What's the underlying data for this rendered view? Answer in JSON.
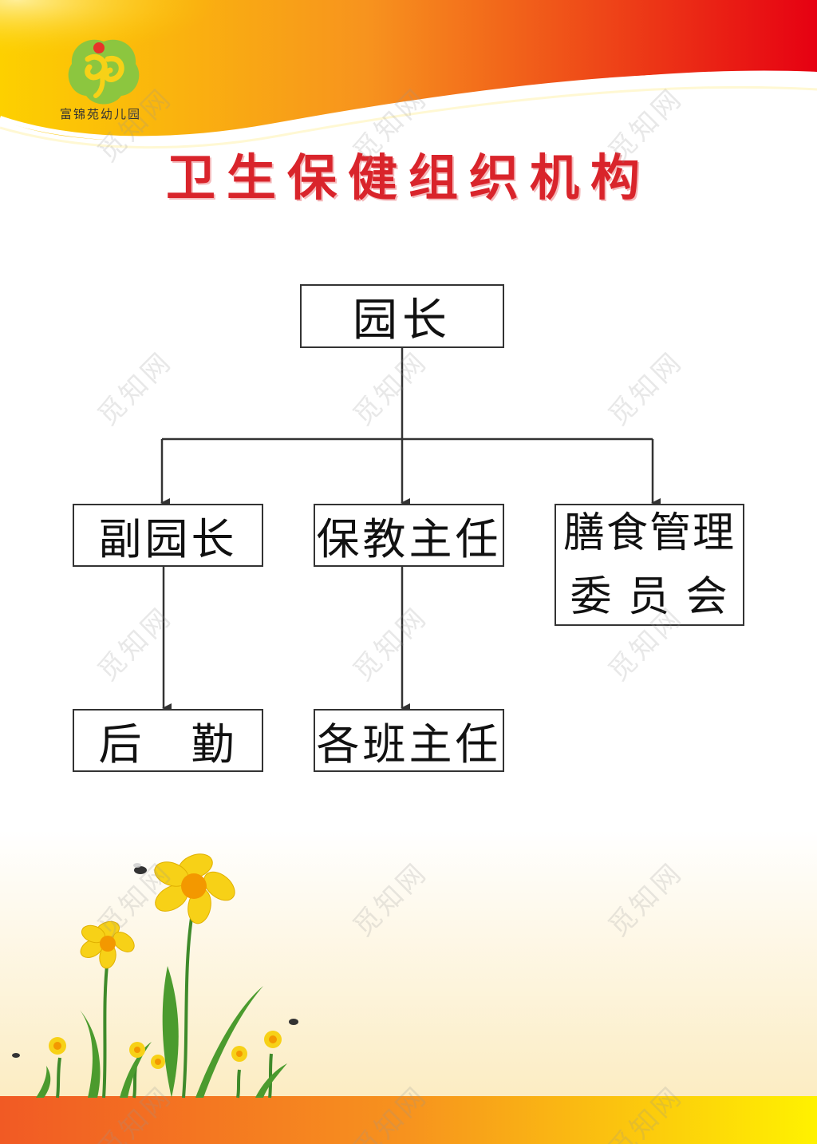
{
  "title": "卫生保健组织机构",
  "logo": {
    "name": "富锦苑幼儿园",
    "colors": {
      "green": "#8cc63f",
      "yellow": "#f7d117",
      "red": "#e8332a"
    }
  },
  "watermark": "觅知网",
  "colors": {
    "banner_red": "#e60012",
    "banner_orange": "#f7931e",
    "banner_yellow": "#fdd000",
    "title": "#d9242b",
    "line": "#333333"
  },
  "org": {
    "root": "园长",
    "level1": [
      "副园长",
      "保教主任",
      "膳食管理委员会"
    ],
    "level1_line1_c": "膳食管理",
    "level1_line2_c": "委 员 会",
    "level2": [
      "后　勤",
      "各班主任"
    ]
  }
}
